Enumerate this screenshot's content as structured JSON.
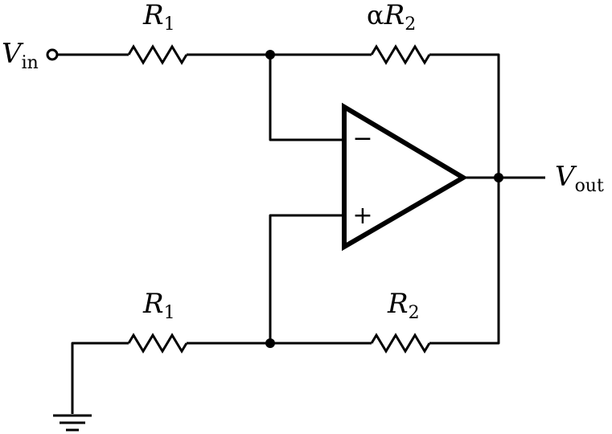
{
  "labels": {
    "r1_top": {
      "main": "R",
      "sub": "1"
    },
    "r2_top": {
      "coef": "α",
      "main": "R",
      "sub": "2"
    },
    "r1_bottom": {
      "main": "R",
      "sub": "1"
    },
    "r2_bottom": {
      "main": "R",
      "sub": "2"
    },
    "vin": {
      "main": "V",
      "sub": "in"
    },
    "vout": {
      "main": "V",
      "sub": "out"
    },
    "opamp_inverting": "−",
    "opamp_noninverting": "+"
  },
  "colors": {
    "wire": "#000000",
    "alpha": "#c00000"
  },
  "icons": {
    "ground": "ground-icon",
    "terminal": "input-terminal-icon",
    "node": "junction-dot-icon"
  }
}
